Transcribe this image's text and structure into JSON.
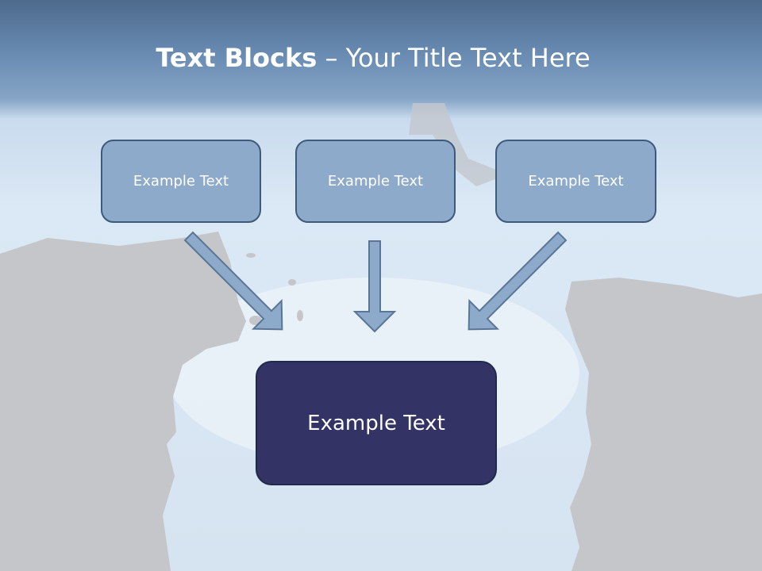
{
  "title": {
    "bold": "Text Blocks",
    "rest": " – Your Title Text Here"
  },
  "boxes": [
    {
      "label": "Example Text"
    },
    {
      "label": "Example Text"
    },
    {
      "label": "Example Text"
    }
  ],
  "main_box": {
    "label": "Example Text"
  },
  "colors": {
    "box_fill": "#8eaacb",
    "box_border": "#3e5a7a",
    "main_fill": "#333366",
    "cliff": "#c5c6c9"
  }
}
